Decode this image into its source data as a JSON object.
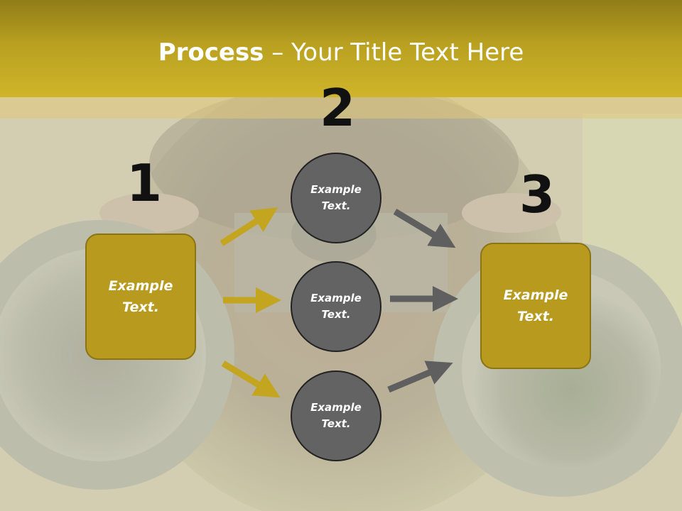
{
  "title": {
    "bold": "Process",
    "rest": " – Your Title Text Here"
  },
  "steps": [
    {
      "number": "1",
      "text_line1": "Example",
      "text_line2": "Text."
    },
    {
      "number": "2"
    },
    {
      "number": "3",
      "text_line1": "Example",
      "text_line2": "Text."
    }
  ],
  "circles": [
    {
      "text_line1": "Example",
      "text_line2": "Text."
    },
    {
      "text_line1": "Example",
      "text_line2": "Text."
    },
    {
      "text_line1": "Example",
      "text_line2": "Text."
    }
  ],
  "colors": {
    "accent": "#b89a1e",
    "circle": "#636363",
    "gold_arrow": "#c3a51f",
    "gray_arrow": "#5f5f5f"
  }
}
